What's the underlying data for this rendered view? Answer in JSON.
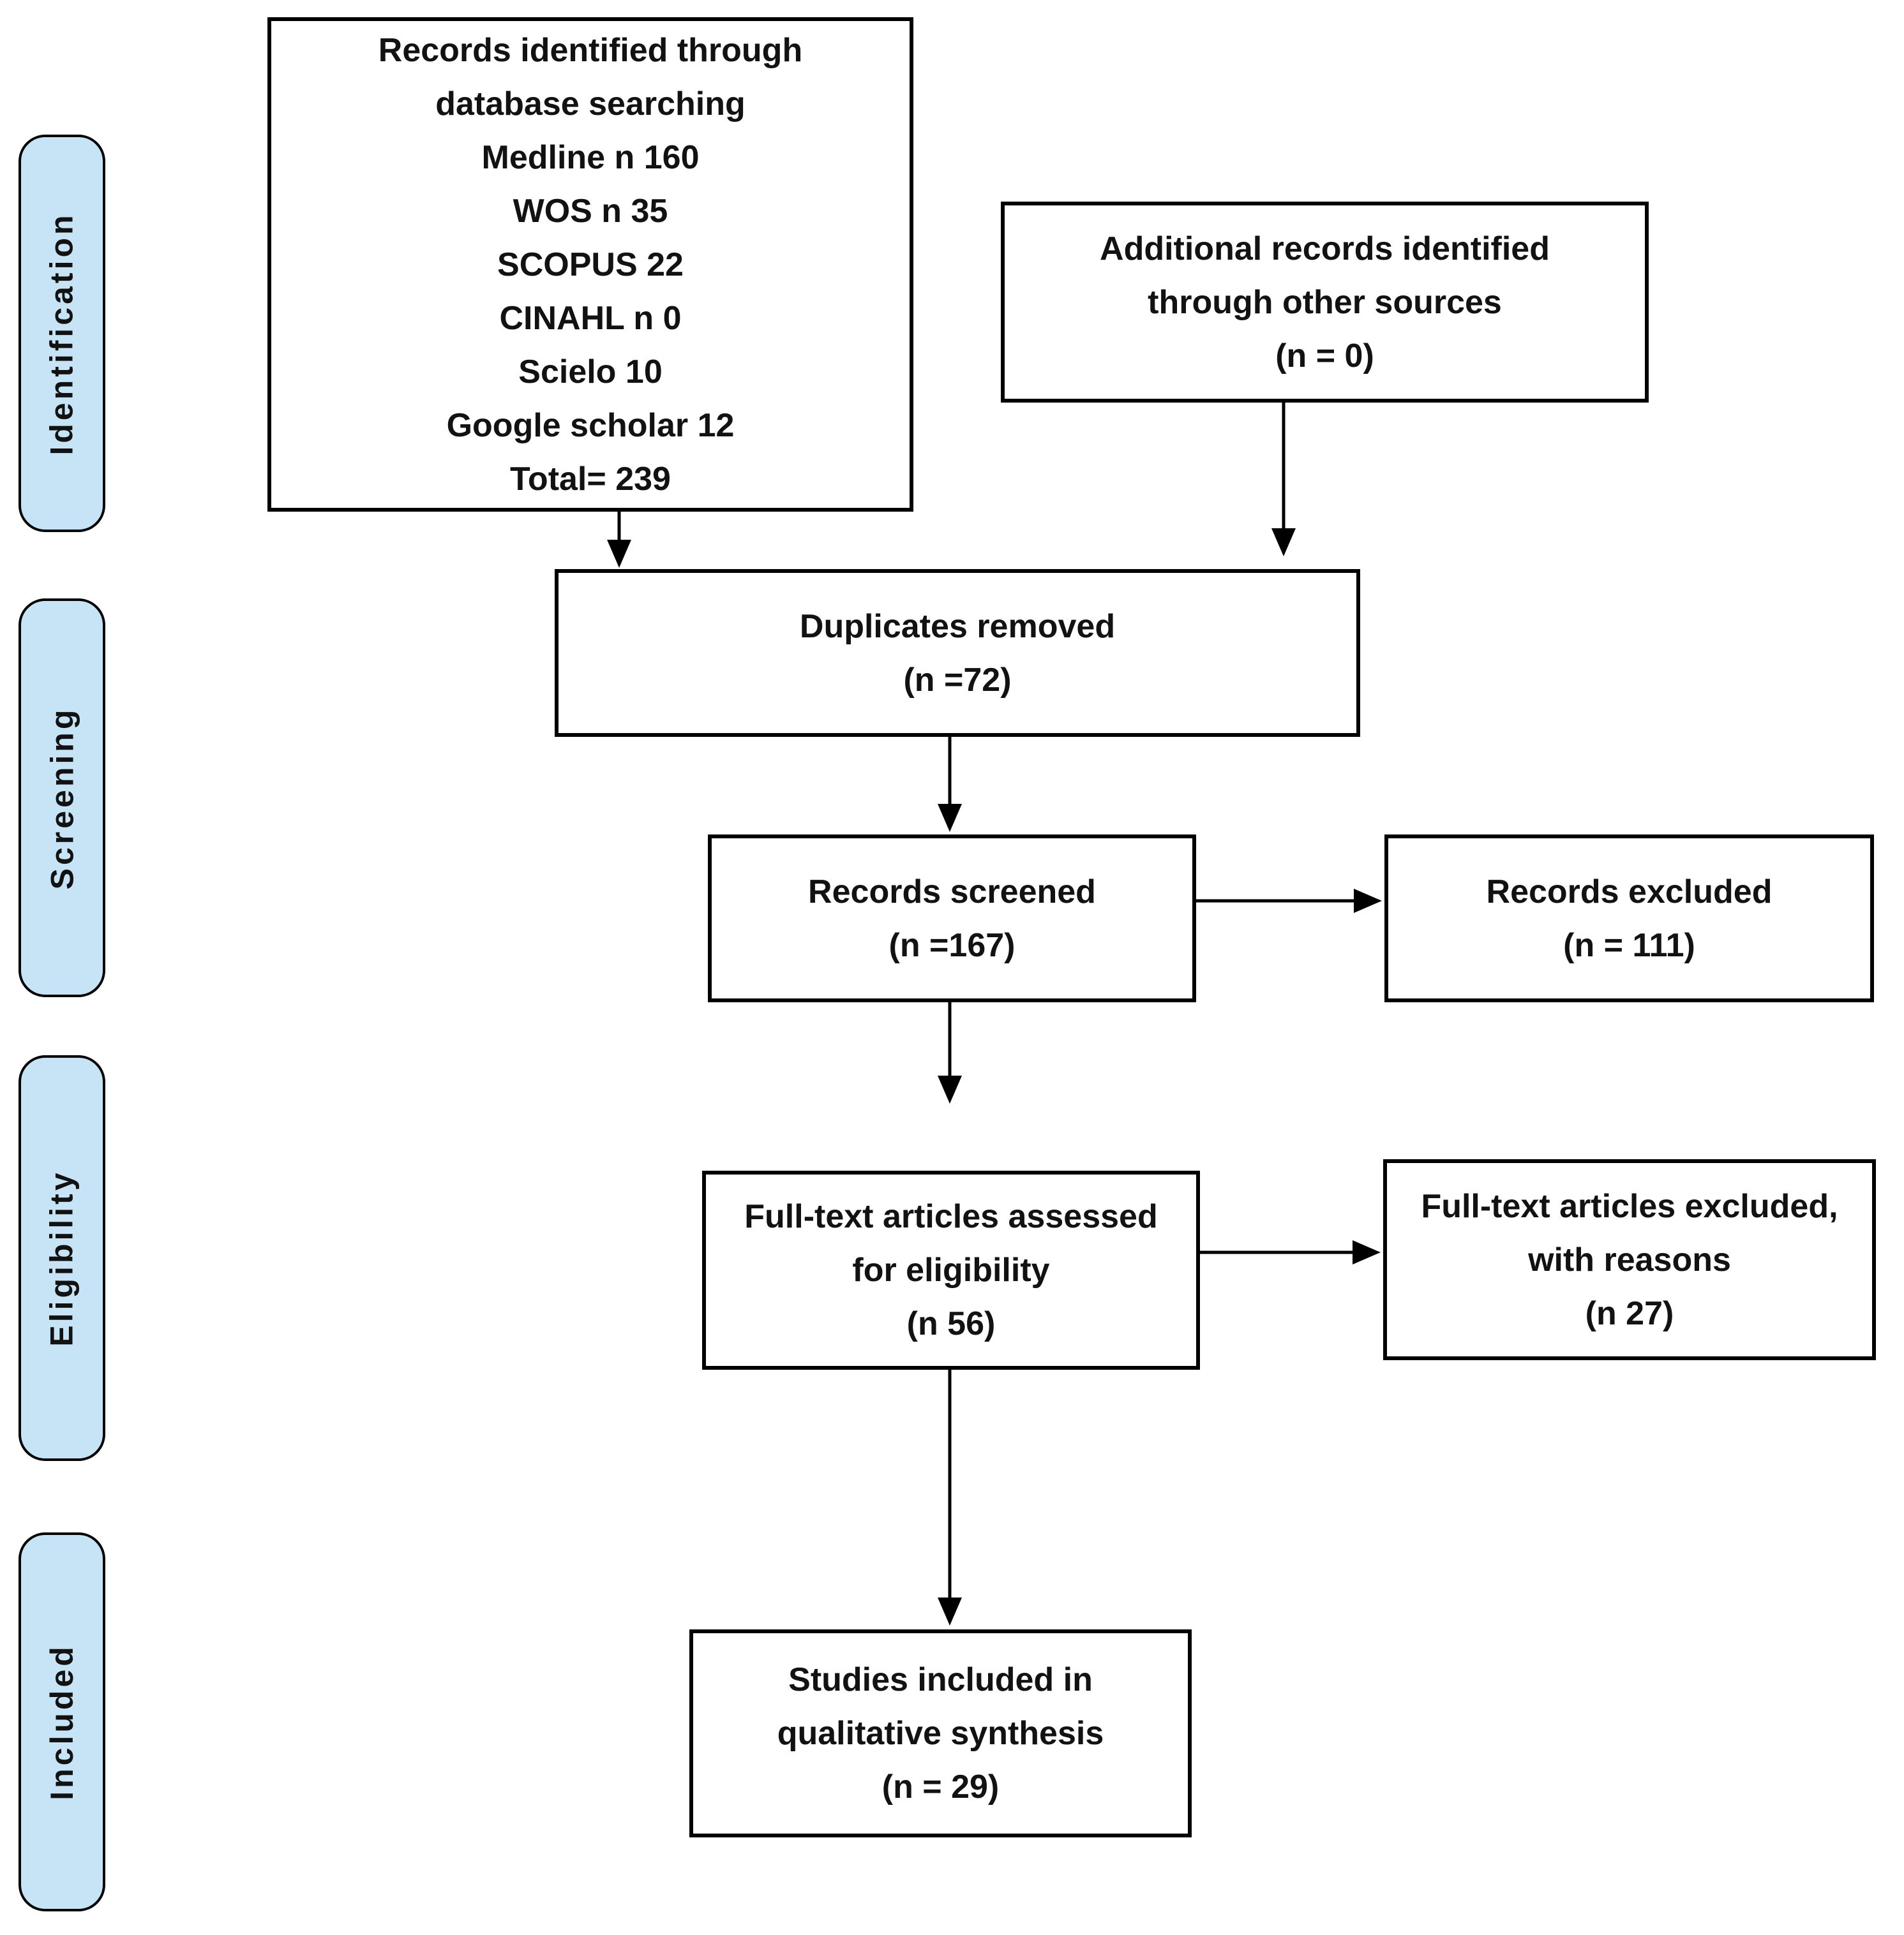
{
  "diagram": {
    "stages": [
      {
        "label": "Identification"
      },
      {
        "label": "Screening"
      },
      {
        "label": "Eligibility"
      },
      {
        "label": "Included"
      }
    ],
    "boxes": {
      "records_identified": {
        "lines": [
          "Records identified through",
          "database searching",
          "Medline n 160",
          "WOS n 35",
          "SCOPUS 22",
          "CINAHL n 0",
          "Scielo 10",
          "Google scholar 12",
          "Total= 239"
        ]
      },
      "additional_records": {
        "lines": [
          "Additional records identified",
          "through other sources",
          "(n = 0)"
        ]
      },
      "duplicates_removed": {
        "lines": [
          "Duplicates removed",
          "(n =72)"
        ]
      },
      "records_screened": {
        "lines": [
          "Records screened",
          "(n =167)"
        ]
      },
      "records_excluded": {
        "lines": [
          "Records excluded",
          "(n = 111)"
        ]
      },
      "fulltext_assessed": {
        "lines": [
          "Full-text articles assessed",
          "for eligibility",
          "(n 56)"
        ]
      },
      "fulltext_excluded": {
        "lines": [
          "Full-text articles excluded,",
          "with reasons",
          "(n 27)"
        ]
      },
      "studies_included": {
        "lines": [
          "Studies included in",
          "qualitative synthesis",
          "(n = 29)"
        ]
      }
    },
    "colors": {
      "stage_fill": "#C6E4F6",
      "stage_border": "#000000",
      "box_fill": "#FFFFFF",
      "box_border": "#000000",
      "arrow": "#000000",
      "background": "#FFFFFF"
    }
  }
}
